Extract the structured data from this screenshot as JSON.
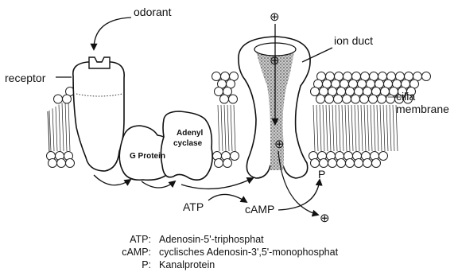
{
  "labels": {
    "odorant": "odorant",
    "receptor": "receptor",
    "ion_duct": "ion duct",
    "cilia": "cilia",
    "membrane": "membrane",
    "g_protein": "G Protein",
    "adenyl_1": "Adenyl",
    "adenyl_2": "cyclase",
    "atp": "ATP",
    "camp": "cAMP",
    "p": "P",
    "plus": "⊕"
  },
  "legend": [
    {
      "abbr": "ATP:",
      "text": "Adenosin-5'-triphosphat"
    },
    {
      "abbr": "cAMP:",
      "text": "cyclisches Adenosin-3',5'-monophosphat"
    },
    {
      "abbr": "P:",
      "text": "Kanalprotein"
    }
  ]
}
